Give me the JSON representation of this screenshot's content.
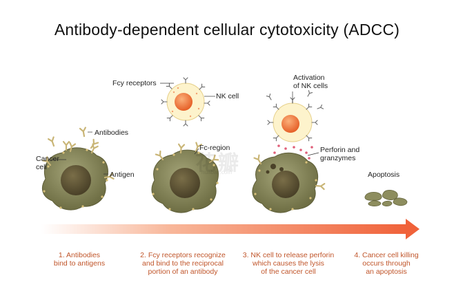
{
  "title": "Antibody-dependent cellular cytotoxicity (ADCC)",
  "labels": {
    "antibodies": "Antibodies",
    "cancer_cell": "Cancer\ncell",
    "antigen": "Antigen",
    "fcy_receptors": "Fcy receptors",
    "nk_cell": "NK cell",
    "fc_region": "Fc-region",
    "activation": "Activation\nof NK cells",
    "perforin": "Perforin and\ngranzymes",
    "apoptosis": "Apoptosis"
  },
  "steps": [
    "1. Antibodies\nbind to antigens",
    "2. Fcy receptors recognize\nand bind to the reciprocal\nportion of an antibody",
    "3. NK cell to release perforin\nwhich causes the lysis\nof the cancer cell",
    "4. Cancer cell killing\noccurs through\nan apoptosis"
  ],
  "watermark": {
    "text": "花瓣",
    "sub": "huaban.com"
  },
  "colors": {
    "cancer_cell": "#8a8a5a",
    "nucleus": "#5a5238",
    "nk_outer": "#fdf3cc",
    "nk_nucleus": "#f07a3a",
    "antibody": "#c8b070",
    "arrow": "#f26a3c",
    "step_text": "#c0552a"
  }
}
